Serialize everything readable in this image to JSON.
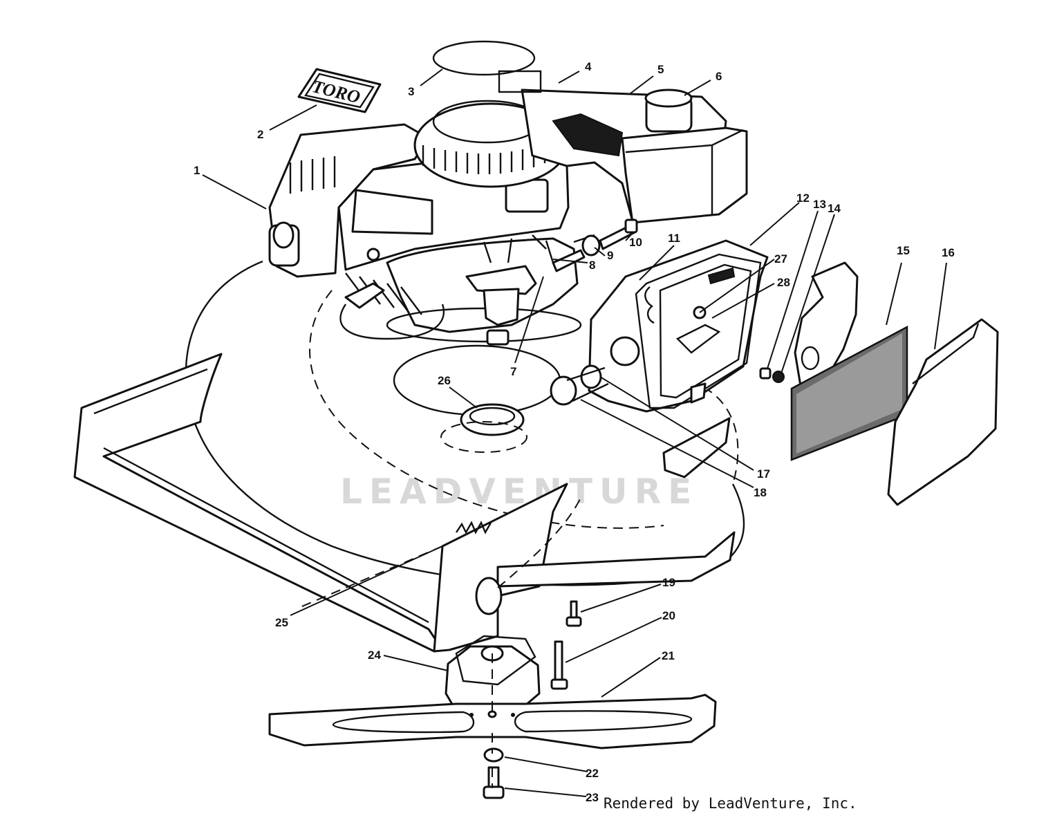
{
  "diagram": {
    "brand_logo": "TORO",
    "watermark": "LEADVENTURE",
    "credit": "Rendered by LeadVenture, Inc.",
    "callouts": [
      "1",
      "2",
      "3",
      "4",
      "5",
      "6",
      "7",
      "8",
      "9",
      "10",
      "11",
      "12",
      "13",
      "14",
      "15",
      "16",
      "17",
      "18",
      "19",
      "20",
      "21",
      "22",
      "23",
      "24",
      "25",
      "26",
      "27",
      "28"
    ]
  }
}
